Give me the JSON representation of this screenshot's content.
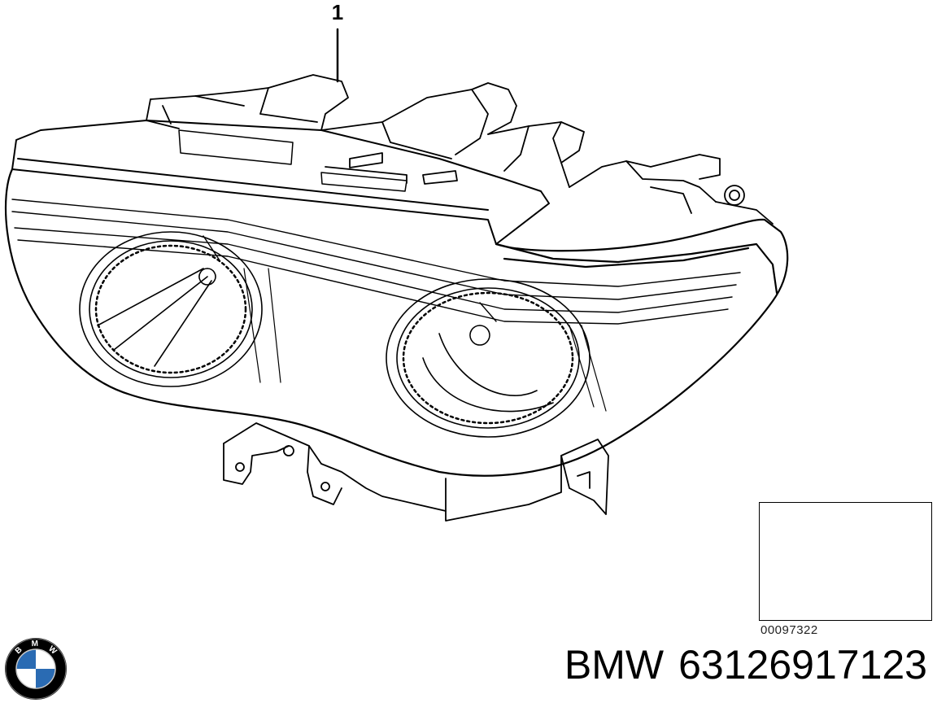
{
  "callout": {
    "label": "1"
  },
  "thumbnail": {
    "code": "00097322"
  },
  "footer": {
    "brand": "BMW",
    "part_number": "63126917123"
  },
  "logo": {
    "letters": [
      "B",
      "M",
      "W"
    ],
    "colors": {
      "ring": "#000000",
      "blue": "#2a6bb3",
      "white": "#ffffff"
    }
  },
  "icons": {
    "part": "headlight-assembly-drawing",
    "vehicle": "car-thumbnail-icon",
    "brand": "bmw-roundel-logo"
  }
}
